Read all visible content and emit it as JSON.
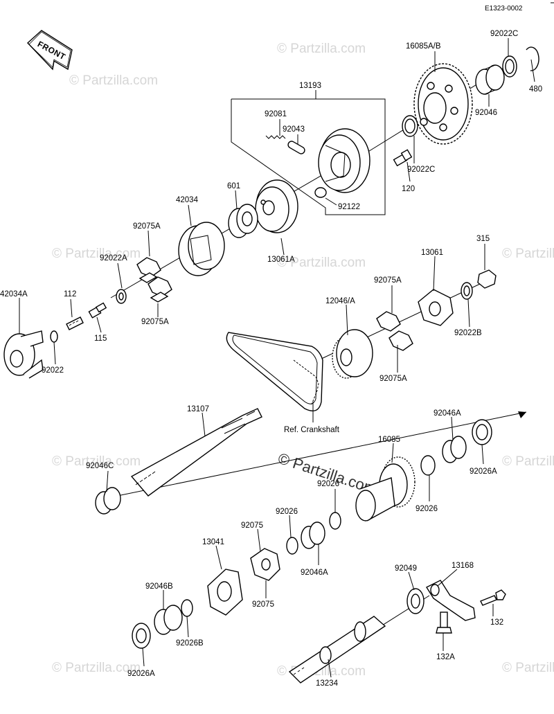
{
  "diagram_code": "E1323-0002",
  "front_label": "FRONT",
  "watermark": "© Partzilla.com",
  "watermark_center": "© Partzilla.com",
  "reference_label": "Ref. Crankshaft",
  "callouts": {
    "p13193": "13193",
    "p16085AB": "16085A/B",
    "p92022C_top": "92022C",
    "p480": "480",
    "p92046": "92046",
    "p92081": "92081",
    "p92043": "92043",
    "p92022C_mid": "92022C",
    "p120": "120",
    "p92122": "92122",
    "p601": "601",
    "p42034": "42034",
    "p13061A": "13061A",
    "p92075A_1": "92075A",
    "p92022A": "92022A",
    "p92075A_2": "92075A",
    "p42034A": "42034A",
    "p112": "112",
    "p115": "115",
    "p92022": "92022",
    "p315": "315",
    "p13061": "13061",
    "p92075A_3": "92075A",
    "p12046A": "12046/A",
    "p92022B": "92022B",
    "p92075A_4": "92075A",
    "p13107": "13107",
    "p92046A_top": "92046A",
    "p16085": "16085",
    "p92046C": "92046C",
    "p92026_a": "92026",
    "p92026A_right": "92026A",
    "p92026_b": "92026",
    "p92075_top": "92075",
    "p92026_c": "92026",
    "p13041": "13041",
    "p92046A_bottom": "92046A",
    "p92075_bottom": "92075",
    "p92046B": "92046B",
    "p92026B": "92026B",
    "p92026A_left": "92026A",
    "p92049": "92049",
    "p13168": "13168",
    "p132": "132",
    "p132A": "132A",
    "p13234": "13234"
  }
}
